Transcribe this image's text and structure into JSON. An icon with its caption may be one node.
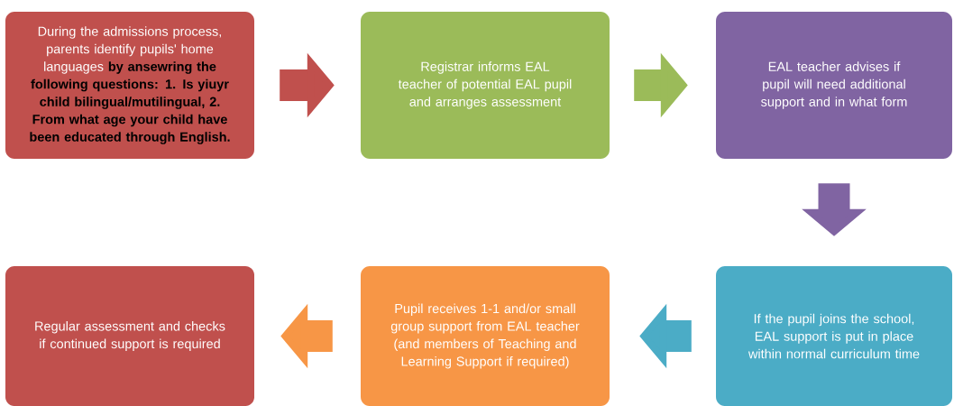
{
  "diagram": {
    "nodes": [
      {
        "text": [
          "During the admissions process, parents identify pupils' home languages **by ansewring the following questions: 1. Is yiuyr child bilingual/mutilingual, 2. From what age your child have been educated through English.**"
        ]
      },
      {
        "text": [
          "Registrar informs EAL teacher of potential EAL pupil and arranges assessment"
        ]
      },
      {
        "text": [
          "EAL teacher advises if pupil will need additional support and in what form"
        ]
      },
      {
        "text": [
          "If the pupil joins the school, EAL support is put in place within normal curriculum time"
        ]
      },
      {
        "text": [
          "Pupil receives 1-1 and/or small group support from EAL teacher (and members of Teaching and Learning Support if required)"
        ]
      },
      {
        "text": [
          "Regular assessment and checks if continued support is required"
        ]
      }
    ],
    "edges": [
      {
        "from": 0,
        "to": 1,
        "arrow": "to",
        "color": "#c0504d"
      },
      {
        "from": 1,
        "to": 2,
        "arrow": "to",
        "color": "#9bbb59"
      },
      {
        "from": 2,
        "to": 3,
        "arrow": "to",
        "color": "#8064a2"
      },
      {
        "from": 3,
        "to": 4,
        "arrow": "to",
        "color": "#4bacc6"
      },
      {
        "from": 4,
        "to": 5,
        "arrow": "to",
        "color": "#f79646"
      }
    ]
  }
}
